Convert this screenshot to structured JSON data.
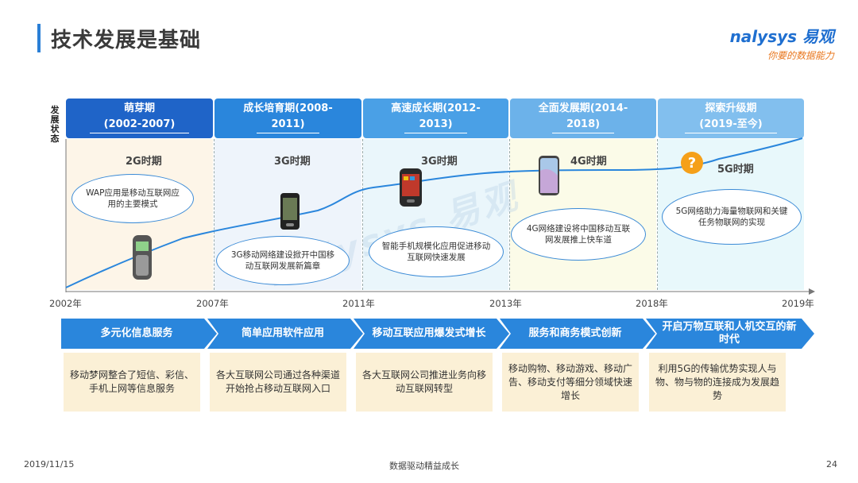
{
  "title": "技术发展是基础",
  "logo": {
    "brand": "nalysys 易观",
    "slogan": "你要的数据能力"
  },
  "vaxis_label": "发展状态",
  "stages": [
    {
      "name": "萌芽期",
      "period": "(2002-2007)",
      "era": "2G时期",
      "bubble": "WAP应用是移动互联网应用的主要模式",
      "service": "多元化信息服务",
      "desc": "移动梦网整合了短信、彩信、手机上网等信息服务"
    },
    {
      "name": "成长培育期(2008-",
      "period": "2011)",
      "era": "3G时期",
      "bubble": "3G移动网络建设掀开中国移动互联网发展新篇章",
      "service": "简单应用软件应用",
      "desc": "各大互联网公司通过各种渠道开始抢占移动互联网入口"
    },
    {
      "name": "高速成长期(2012-",
      "period": "2013)",
      "era": "3G时期",
      "bubble": "智能手机规模化应用促进移动互联网快速发展",
      "service": "移动互联应用爆发式增长",
      "desc": "各大互联网公司推进业务向移动互联网转型"
    },
    {
      "name": "全面发展期(2014-",
      "period": "2018)",
      "era": "4G时期",
      "bubble": "4G网络建设将中国移动互联网发展推上快车道",
      "service": "服务和商务模式创新",
      "desc": "移动购物、移动游戏、移动广告、移动支付等细分领域快速增长"
    },
    {
      "name": "探索升级期",
      "period": "(2019-至今)",
      "era": "5G时期",
      "bubble": "5G网络助力海量物联网和关键任务物联网的实现",
      "service": "开启万物互联和人机交互的新时代",
      "desc": "利用5G的传输优势实现人与物、物与物的连接成为发展趋势"
    }
  ],
  "years": [
    "2002年",
    "2007年",
    "2011年",
    "2013年",
    "2018年",
    "2019年"
  ],
  "footer": {
    "date": "2019/11/15",
    "center": "数据驱动精益成长",
    "page": "24"
  },
  "colors": {
    "accent": "#2a7fd6",
    "header_bg": [
      "#1f64c8",
      "#2a86dc",
      "#4aa0e6",
      "#6cb2ea",
      "#82bfee"
    ],
    "col_bg": [
      "#fdf5e8",
      "#eef4fb",
      "#eaf6fb",
      "#fbfbe8",
      "#e8f8fb"
    ],
    "arrow": "#2a86dc",
    "desc_bg": "#fbf0d6"
  }
}
